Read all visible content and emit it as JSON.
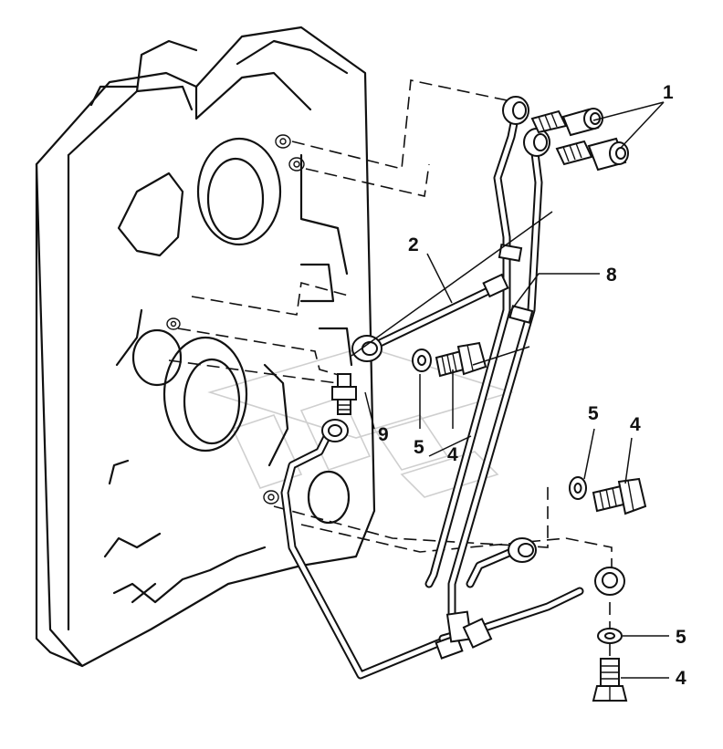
{
  "callouts": {
    "c1": "1",
    "c2": "2",
    "c8": "8",
    "c9": "9",
    "c5a": "5",
    "c4a": "4",
    "c5b": "5",
    "c4b": "4",
    "c5c": "5",
    "c4c": "4"
  },
  "colors": {
    "line": "#111111",
    "background": "#ffffff",
    "watermark": "#cfcfcf"
  }
}
